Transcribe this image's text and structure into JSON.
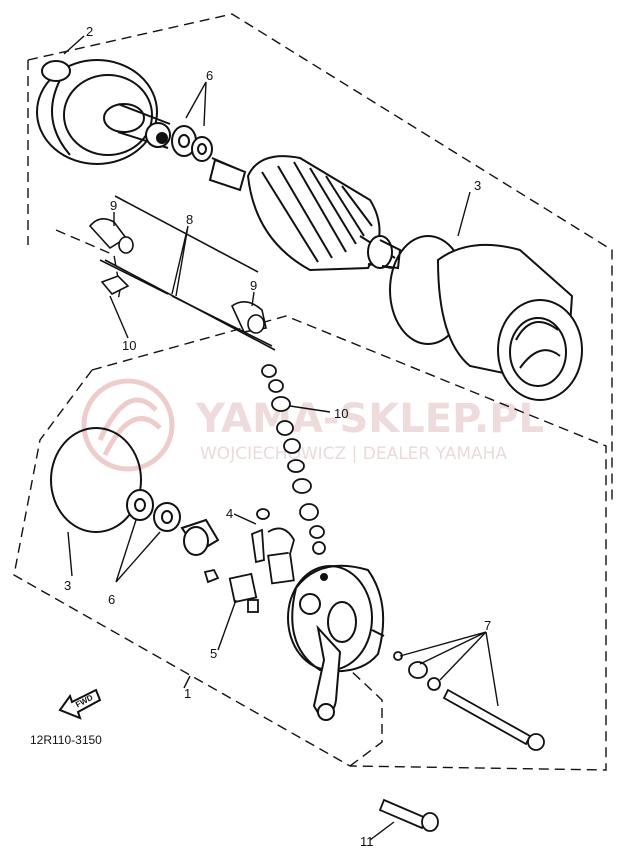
{
  "callouts": {
    "c1": "1",
    "c2": "2",
    "c3_top": "3",
    "c3_bottom": "3",
    "c4": "4",
    "c5": "5",
    "c6_top": "6",
    "c6_bottom": "6",
    "c7": "7",
    "c8": "8",
    "c9_top": "9",
    "c9_bottom": "9",
    "c10_left": "10",
    "c10_right": "10",
    "c11": "11"
  },
  "fwd_label": "FWD",
  "diagram_code": "12R110-3150",
  "watermark": {
    "brand": "YAMA-SKLEP.PL",
    "dealer": "WOJCIECHOWICZ | DEALER YAMAHA",
    "color": "#e8b5b5"
  }
}
